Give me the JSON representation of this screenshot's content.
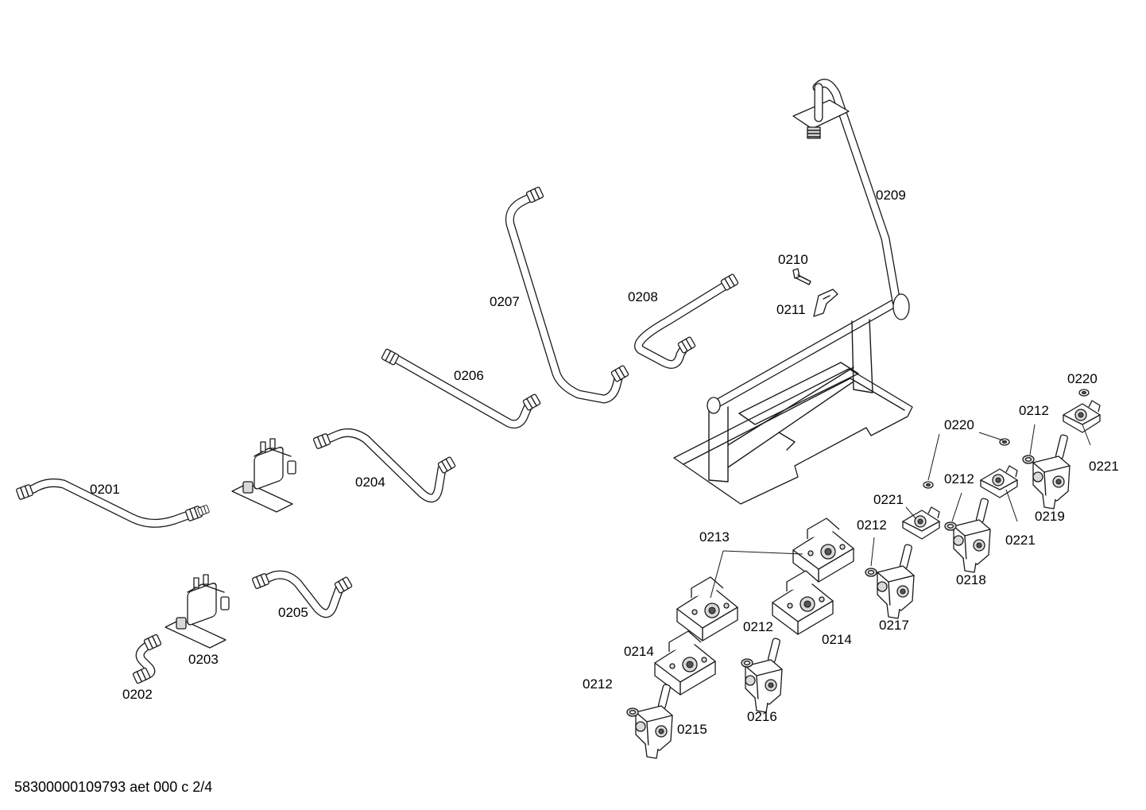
{
  "diagram": {
    "footer_code": "58300000109793 aet 000 c 2/4",
    "part_labels": {
      "p0201": "0201",
      "p0202": "0202",
      "p0203": "0203",
      "p0204": "0204",
      "p0205": "0205",
      "p0206": "0206",
      "p0207": "0207",
      "p0208": "0208",
      "p0209": "0209",
      "p0210": "0210",
      "p0211": "0211",
      "p0212a": "0212",
      "p0212b": "0212",
      "p0212c": "0212",
      "p0212d": "0212",
      "p0212e": "0212",
      "p0213": "0213",
      "p0214a": "0214",
      "p0214b": "0214",
      "p0215": "0215",
      "p0216": "0216",
      "p0217": "0217",
      "p0218": "0218",
      "p0219": "0219",
      "p0220a": "0220",
      "p0220b": "0220",
      "p0221a": "0221",
      "p0221b": "0221",
      "p0221c": "0221"
    }
  }
}
